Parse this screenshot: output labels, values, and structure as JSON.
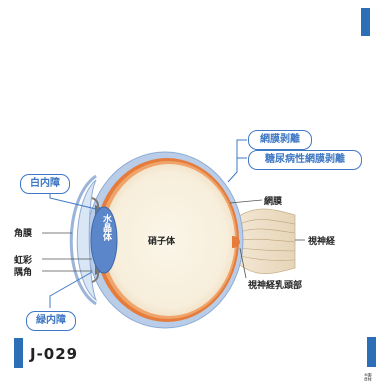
{
  "labels": {
    "cataract": "白内障",
    "glaucoma": "緑内障",
    "cornea": "角膜",
    "iris": "虹彩",
    "angle": "隅角",
    "lens": "水晶体",
    "vitreous": "硝子体",
    "retina": "網膜",
    "optic_nerve": "視神経",
    "optic_disc": "視神経乳頭部",
    "retinal_detachment": "網膜剥離",
    "diabetic_retinal_detachment": "糖尿病性網膜剥離"
  },
  "code": "J-029",
  "stray_mark": "請",
  "colors": {
    "accent": "#2c6fb6",
    "callout_fill": "#3f78c4",
    "sclera": "#b9cde8",
    "retina": "#e57c3c",
    "lens": "#5b86c9",
    "iris": "#6e6e6e"
  }
}
